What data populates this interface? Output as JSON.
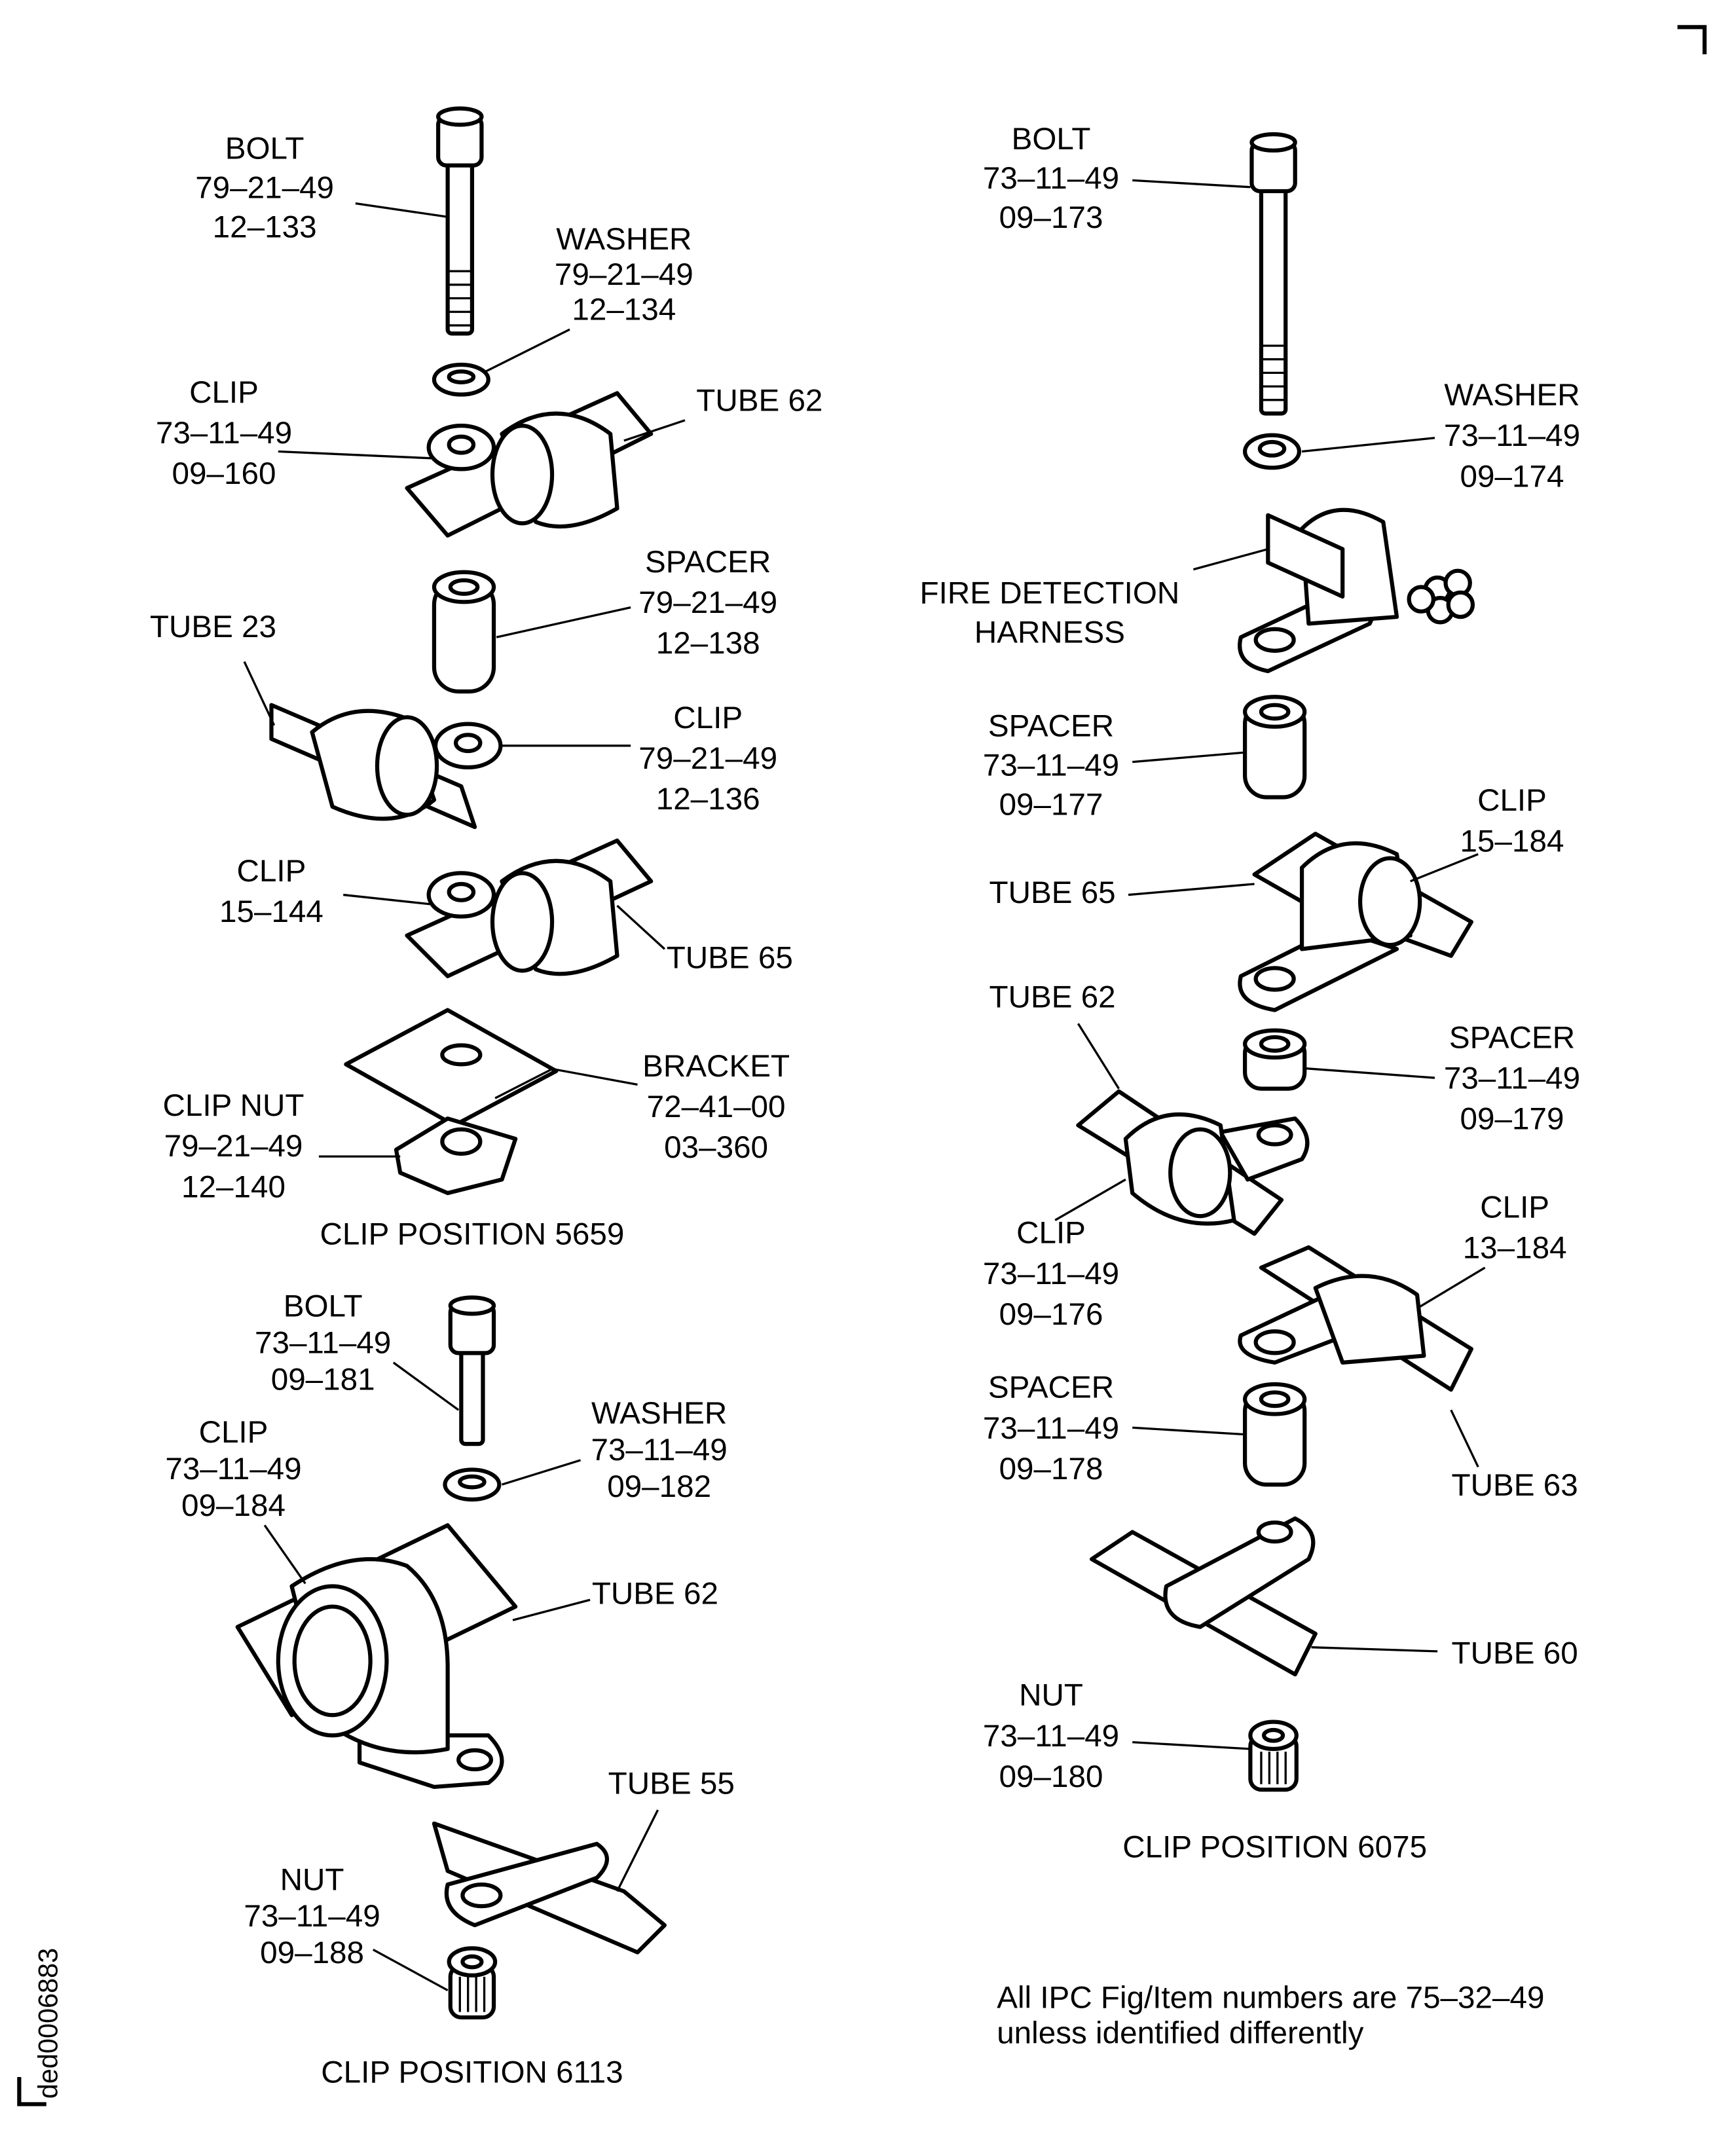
{
  "labels": {
    "bolt_5659": {
      "lines": [
        "BOLT",
        "79–21–49",
        "12–133"
      ]
    },
    "washer_5659": {
      "lines": [
        "WASHER",
        "79–21–49",
        "12–134"
      ]
    },
    "clip_5659_a": {
      "lines": [
        "CLIP",
        "73–11–49",
        "09–160"
      ]
    },
    "tube62_5659": {
      "lines": [
        "TUBE 62"
      ]
    },
    "spacer_5659": {
      "lines": [
        "SPACER",
        "79–21–49",
        "12–138"
      ]
    },
    "tube23_5659": {
      "lines": [
        "TUBE 23"
      ]
    },
    "clip_5659_b": {
      "lines": [
        "CLIP",
        "79–21–49",
        "12–136"
      ]
    },
    "clip_5659_c": {
      "lines": [
        "CLIP",
        "15–144"
      ]
    },
    "tube65_5659": {
      "lines": [
        "TUBE 65"
      ]
    },
    "bracket_5659": {
      "lines": [
        "BRACKET",
        "72–41–00",
        "03–360"
      ]
    },
    "clipnut_5659": {
      "lines": [
        "CLIP NUT",
        "79–21–49",
        "12–140"
      ]
    },
    "bolt_6113": {
      "lines": [
        "BOLT",
        "73–11–49",
        "09–181"
      ]
    },
    "washer_6113": {
      "lines": [
        "WASHER",
        "73–11–49",
        "09–182"
      ]
    },
    "clip_6113": {
      "lines": [
        "CLIP",
        "73–11–49",
        "09–184"
      ]
    },
    "tube62_6113": {
      "lines": [
        "TUBE 62"
      ]
    },
    "tube55_6113": {
      "lines": [
        "TUBE 55"
      ]
    },
    "nut_6113": {
      "lines": [
        "NUT",
        "73–11–49",
        "09–188"
      ]
    },
    "bolt_6075": {
      "lines": [
        "BOLT",
        "73–11–49",
        "09–173"
      ]
    },
    "washer_6075": {
      "lines": [
        "WASHER",
        "73–11–49",
        "09–174"
      ]
    },
    "harness_6075": {
      "lines": [
        "FIRE DETECTION",
        "HARNESS"
      ]
    },
    "spacer_6075_a": {
      "lines": [
        "SPACER",
        "73–11–49",
        "09–177"
      ]
    },
    "clip_6075_a": {
      "lines": [
        "CLIP",
        "15–184"
      ]
    },
    "tube65_6075": {
      "lines": [
        "TUBE 65"
      ]
    },
    "tube62_6075": {
      "lines": [
        "TUBE 62"
      ]
    },
    "spacer_6075_b": {
      "lines": [
        "SPACER",
        "73–11–49",
        "09–179"
      ]
    },
    "clip_6075_b": {
      "lines": [
        "CLIP",
        "73–11–49",
        "09–176"
      ]
    },
    "clip_6075_c": {
      "lines": [
        "CLIP",
        "13–184"
      ]
    },
    "spacer_6075_c": {
      "lines": [
        "SPACER",
        "73–11–49",
        "09–178"
      ]
    },
    "tube63_6075": {
      "lines": [
        "TUBE 63"
      ]
    },
    "tube60_6075": {
      "lines": [
        "TUBE 60"
      ]
    },
    "nut_6075": {
      "lines": [
        "NUT",
        "73–11–49",
        "09–180"
      ]
    }
  },
  "captions": {
    "pos_5659": "CLIP POSITION 5659",
    "pos_6113": "CLIP POSITION 6113",
    "pos_6075": "CLIP POSITION 6075"
  },
  "note": {
    "lines": [
      "All IPC Fig/Item numbers are 75–32–49",
      "unless identified differently"
    ]
  },
  "drawing_id": "ded0006883"
}
